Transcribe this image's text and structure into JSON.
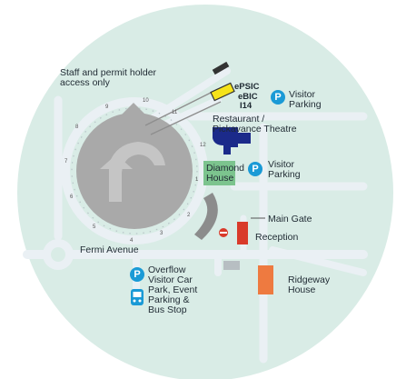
{
  "labels": {
    "staff_access": "Staff and permit holder\naccess only",
    "epsic": "ePSIC",
    "ebic": "eBIC",
    "i14": "I14",
    "visitor_parking_top": "Visitor\nParking",
    "restaurant": "Restaurant /\nPickavance Theatre",
    "diamond_house": "Diamond\nHouse",
    "visitor_parking_mid": "Visitor\nParking",
    "main_gate": "Main Gate",
    "reception": "Reception",
    "fermi_avenue": "Fermi Avenue",
    "overflow": "Overflow\nVisitor Car\nPark, Event\nParking &\nBus Stop",
    "ridgeway": "Ridgeway\nHouse"
  },
  "beamline_numbers": [
    "10",
    "11",
    "12",
    "9",
    "7",
    "8",
    "6",
    "5",
    "4",
    "3",
    "2",
    "1"
  ],
  "icons": {
    "parking": "P",
    "parking_icon_name": "parking-icon",
    "bus_icon_name": "bus-icon",
    "no_entry_icon_name": "no-entry-icon"
  },
  "colors": {
    "background_circle": "#d9ece6",
    "road": "#e8eef2",
    "synchrotron": "#a9a9a9",
    "parking_blue": "#1a9ad6",
    "diamond_house": "#7cc48e",
    "restaurant": "#1b2a8a",
    "ebic_yellow": "#f5e31a",
    "reception_red": "#d93a2a",
    "ridgeway_orange": "#ee7a40"
  }
}
